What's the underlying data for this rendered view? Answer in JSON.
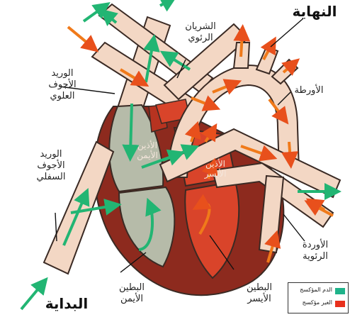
{
  "labels": {
    "pulmonary_artery": "الشريان\nالرئوي",
    "superior_vena_cava": "الوريد\nالأجوف\nالعلوي",
    "inferior_vena_cava": "الوريد\nالأجوف\nالسفلي",
    "aorta": "الأورطة",
    "pulmonary_veins": "الأوردة\nالرئوية",
    "right_atrium": "الأذين\nالأيمن",
    "left_atrium": "الأذين\nالأيسر",
    "right_ventricle": "البطين\nالأيمن",
    "left_ventricle": "البطين\nالأيسر",
    "start": "البداية",
    "end": "النهاية"
  },
  "legend": {
    "items": [
      {
        "label": "الدم المؤكسج",
        "color": "#1fb38a"
      },
      {
        "label": "الغير مؤكسج",
        "color": "#e8301c"
      }
    ]
  },
  "colors": {
    "vessel": "#f3d7c4",
    "vessel_stroke": "#3a2a24",
    "heart_outer": "#8d2a1e",
    "right_side": "#b6bba9",
    "left_side": "#d9442a",
    "oxygenated_arrow": "#22b573",
    "deoxygenated_arrow": "#f07a1a"
  }
}
